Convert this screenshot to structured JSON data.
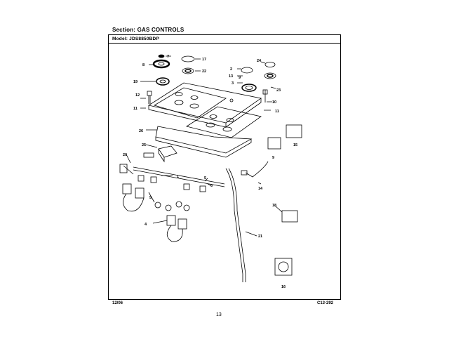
{
  "header": {
    "section": "Section:  GAS CONTROLS",
    "model": "Model:   JDS8850BDP"
  },
  "footer": {
    "date": "12/06",
    "page_id": "C13-292",
    "page_number": "13"
  },
  "callouts": [
    "1",
    "2",
    "3",
    "4",
    "5",
    "6",
    "7",
    "8",
    "9",
    "10",
    "11",
    "12",
    "13",
    "14",
    "15",
    "16",
    "17",
    "18",
    "19",
    "20",
    "21",
    "22",
    "23",
    "24",
    "25",
    "26"
  ]
}
